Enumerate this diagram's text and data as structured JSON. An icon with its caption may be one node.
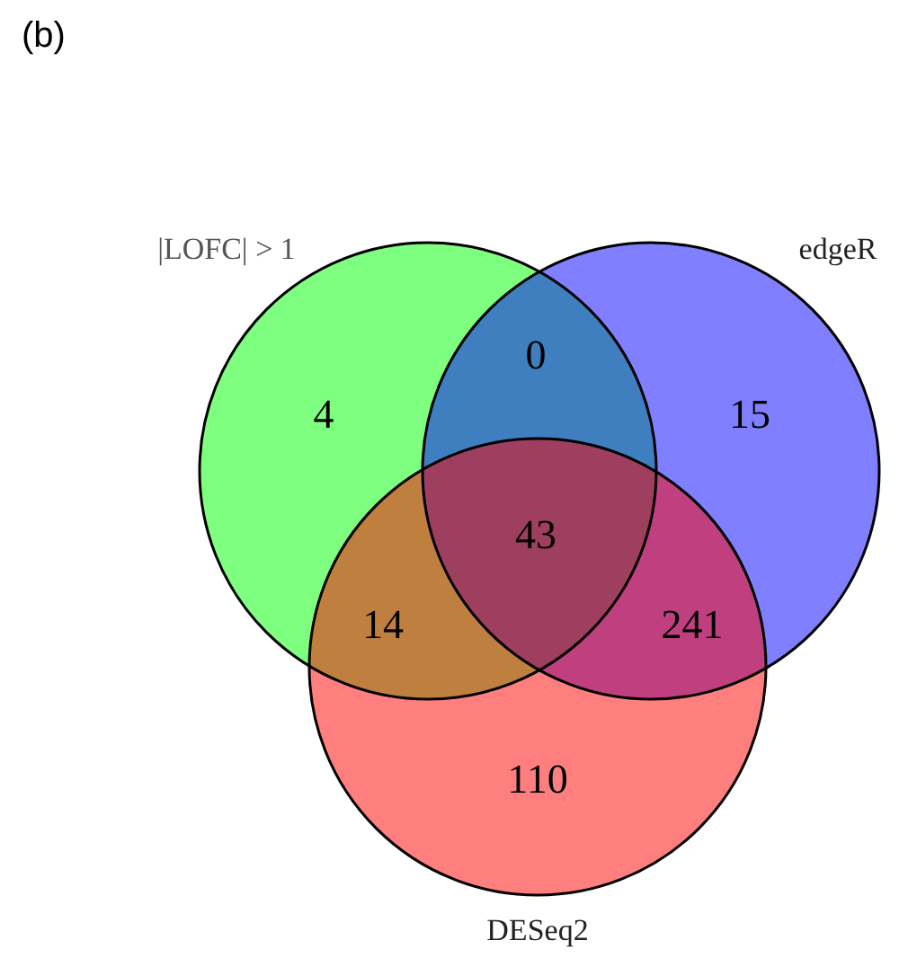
{
  "diagram": {
    "title": "(b)",
    "nodes": [
      {
        "text": [
          "|LOFC| > 1"
        ]
      },
      {
        "text": [
          "edgeR"
        ]
      },
      {
        "text": [
          "DESeq2"
        ]
      }
    ],
    "labels": [
      "0",
      "4",
      "15",
      "43",
      "14",
      "241",
      "110"
    ]
  }
}
